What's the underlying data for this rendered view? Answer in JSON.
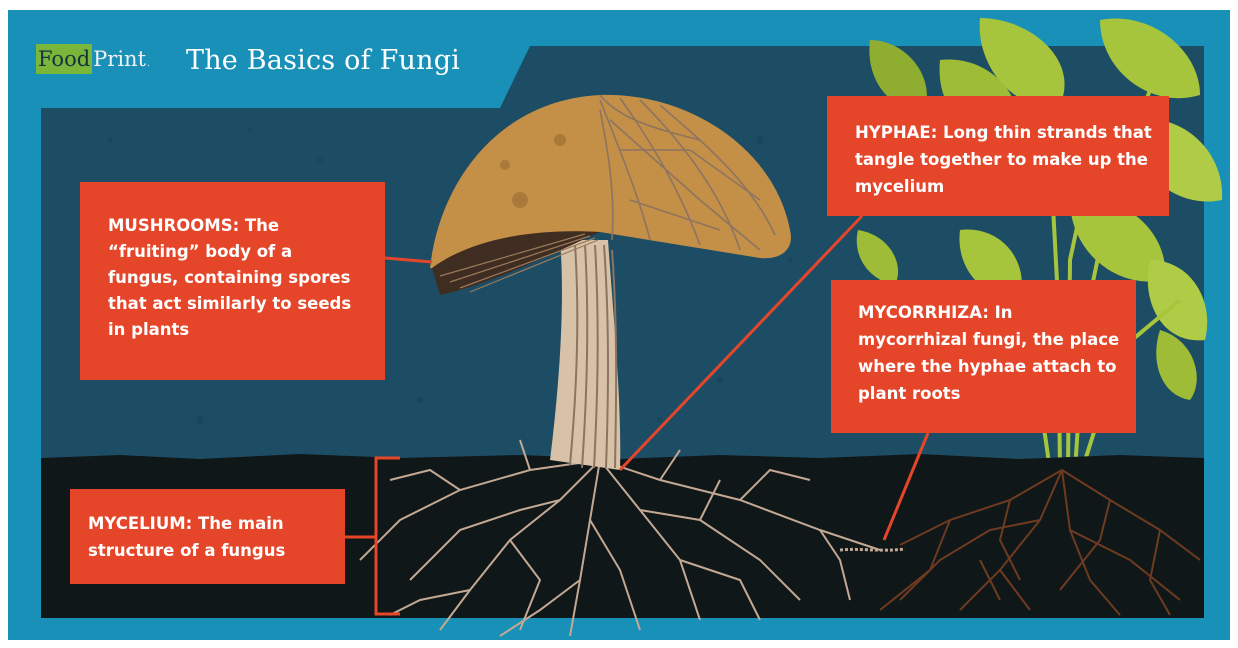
{
  "brand": {
    "name_part1": "Food",
    "name_part2": "Print",
    "mark": "."
  },
  "title": "The Basics of Fungi",
  "callouts": {
    "mushrooms": {
      "term": "MUSHROOMS:",
      "text": " The “fruiting” body of a fungus, containing spores that act similarly to seeds in plants"
    },
    "hyphae": {
      "term": "HYPHAE:",
      "text": " Long thin strands that tangle together to make up the mycelium"
    },
    "mycorrhiza": {
      "term": "MYCORRHIZA:",
      "text": " In mycorrhizal fungi, the place where the hyphae attach to plant roots"
    },
    "mycelium": {
      "term": "MYCELIUM:",
      "text": " The main structure of a fungus"
    }
  },
  "colors": {
    "frame": "#1990b8",
    "sky": "#1d4d64",
    "soil": "#101719",
    "callout": "#e5462a",
    "cap": "#c48f46",
    "stem": "#d7c2a8",
    "hyphae": "#8c7462",
    "leaf": "#a6c53c",
    "roots": "#6e3a20"
  }
}
